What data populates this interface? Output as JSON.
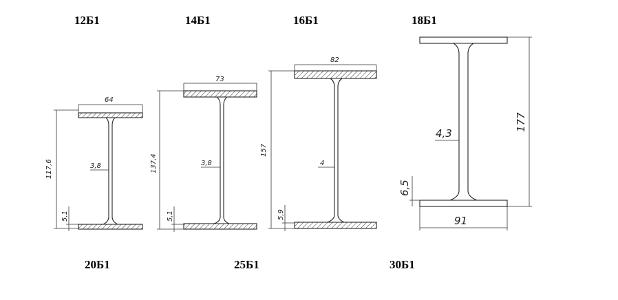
{
  "top_titles": [
    "12Б1",
    "14Б1",
    "16Б1",
    "18Б1"
  ],
  "bottom_titles": [
    "20Б1",
    "25Б1",
    "30Б1"
  ],
  "beams": [
    {
      "name": "12Б1",
      "height_label": "117,6",
      "width_label": "64",
      "web_label": "3,8",
      "flange_label": "5,1"
    },
    {
      "name": "14Б1",
      "height_label": "137,4",
      "width_label": "73",
      "web_label": "3,8",
      "flange_label": "5,1"
    },
    {
      "name": "16Б1",
      "height_label": "157",
      "width_label": "82",
      "web_label": "4",
      "flange_label": "5,9"
    },
    {
      "name": "18Б1",
      "height_label": "177",
      "width_label": "91",
      "web_label": "4,3",
      "flange_label": "6,5"
    }
  ]
}
